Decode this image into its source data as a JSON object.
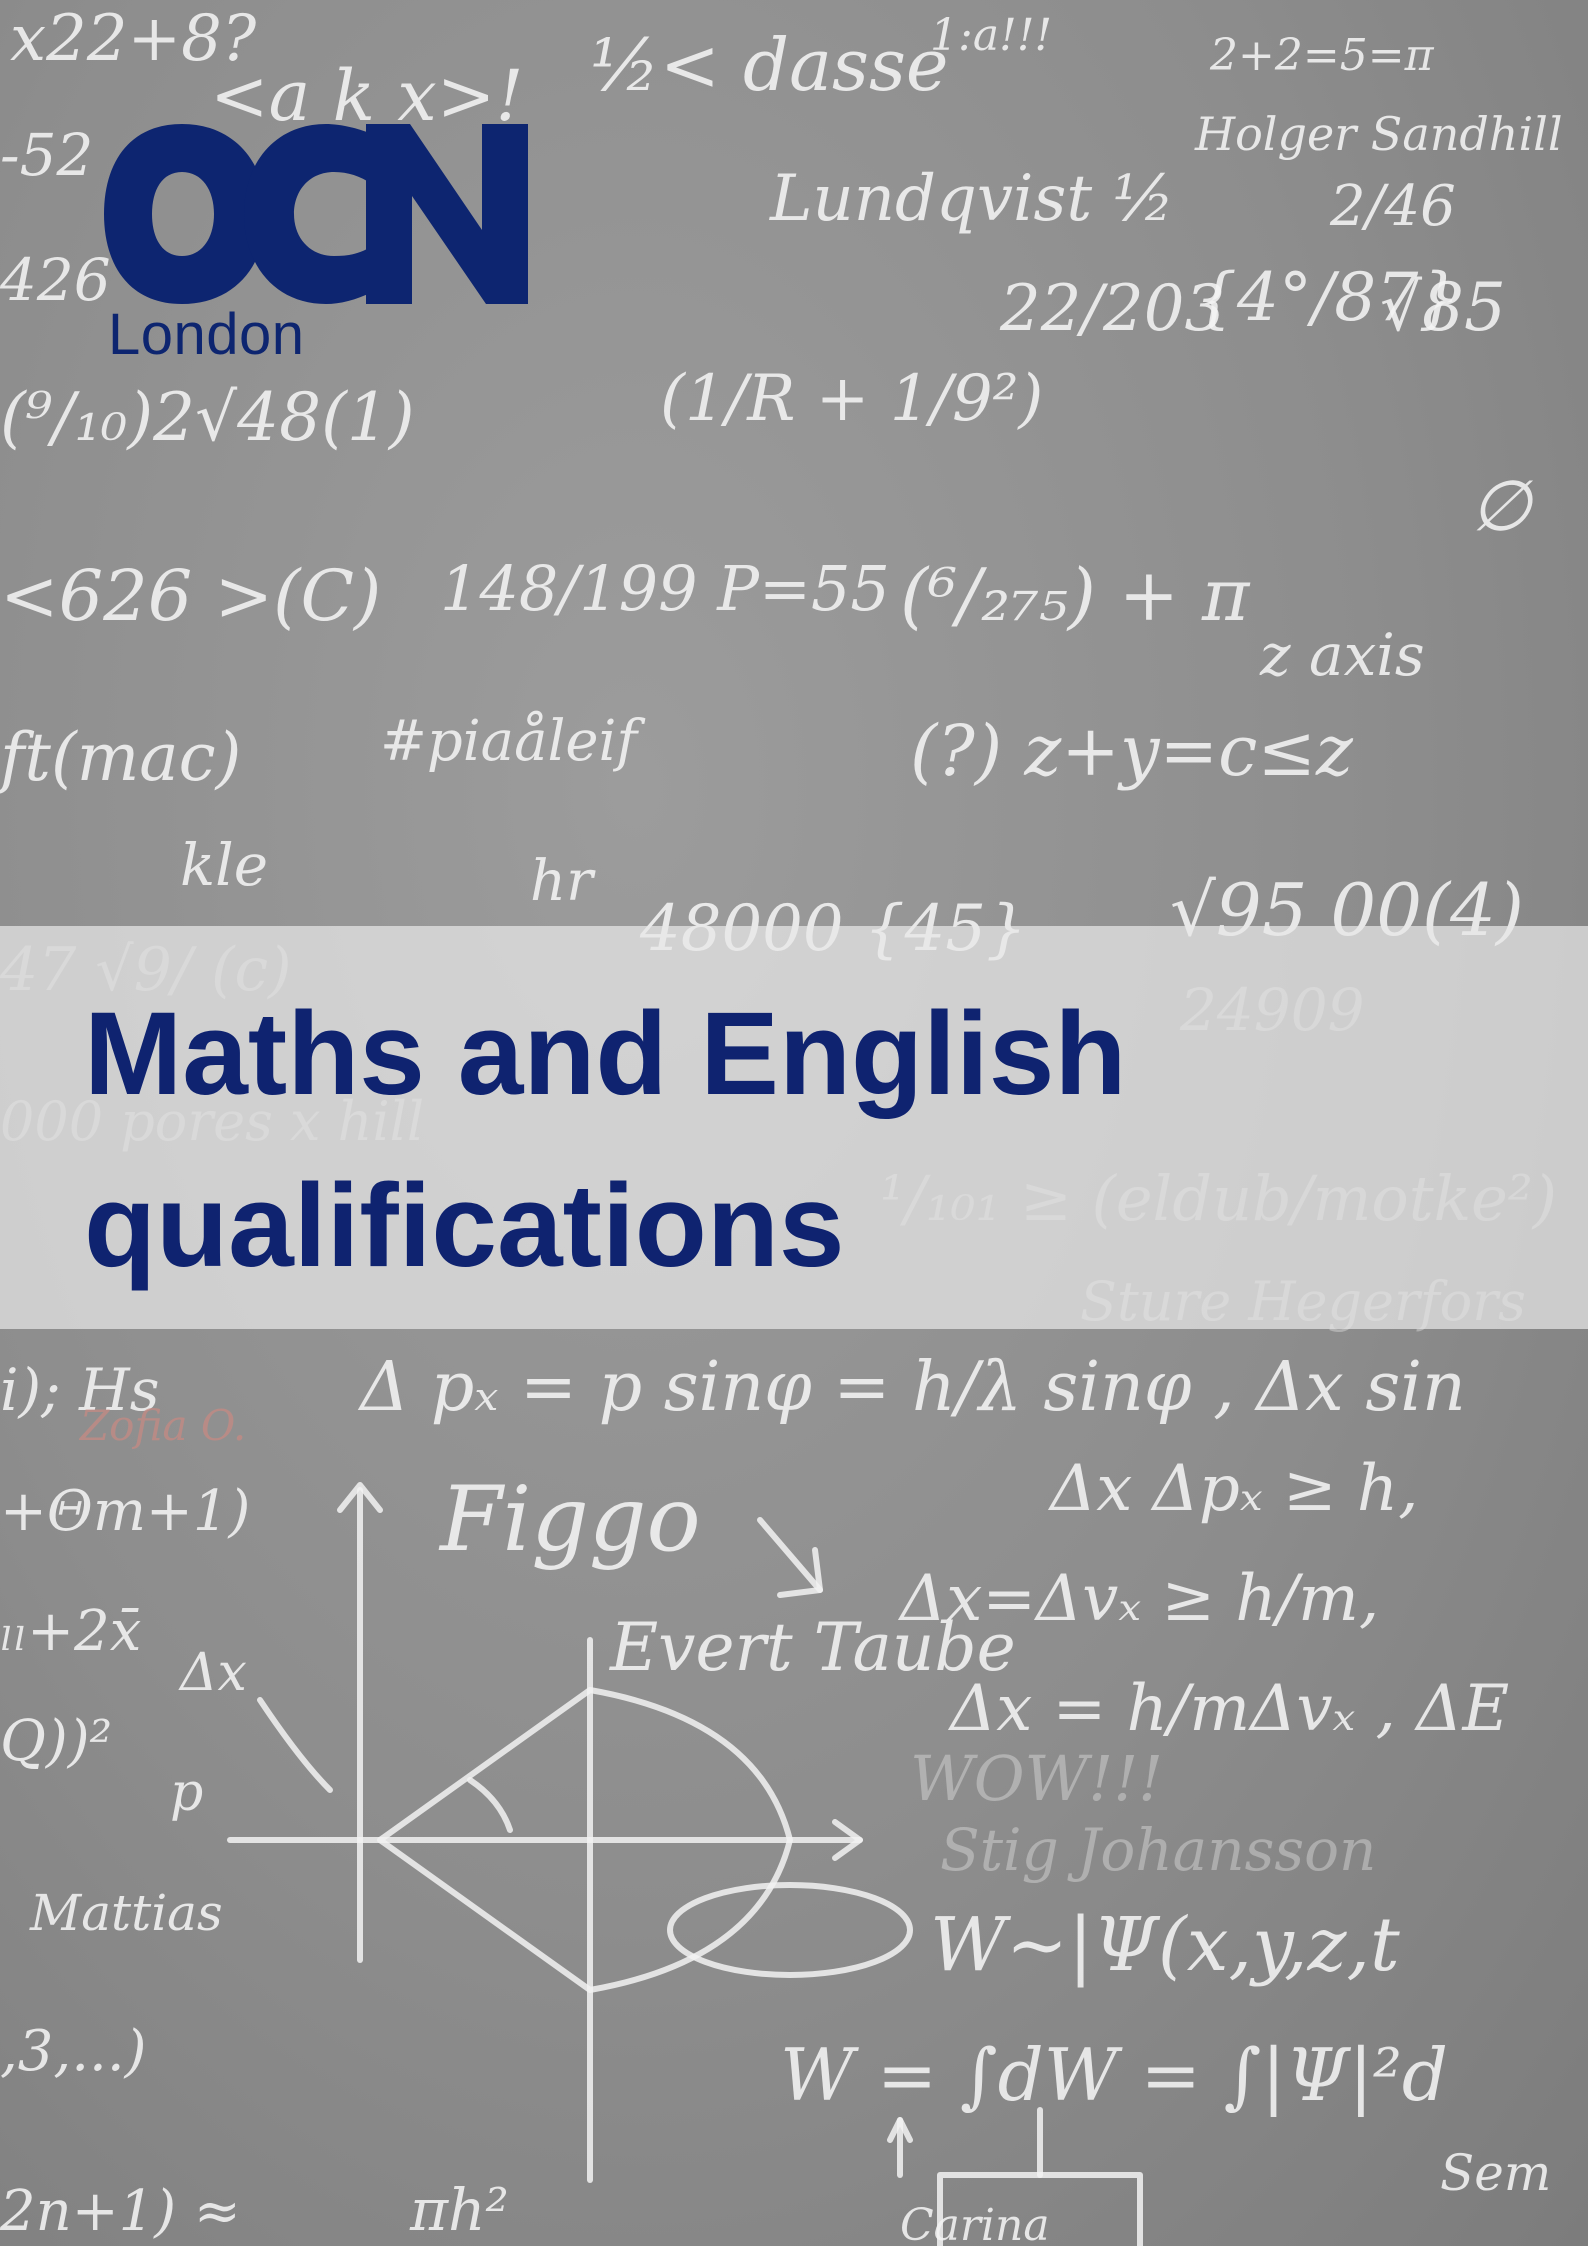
{
  "logo": {
    "brand": "OCN",
    "city": "London",
    "brand_color": "#0d2570"
  },
  "title": {
    "line1": "Maths and English",
    "line2": "qualifications",
    "color": "#0f2370"
  },
  "background": {
    "kind": "chalkboard-with-math-scribbles",
    "base_color": "#8f8f8f",
    "chalk_color": "#f4f4f4"
  }
}
